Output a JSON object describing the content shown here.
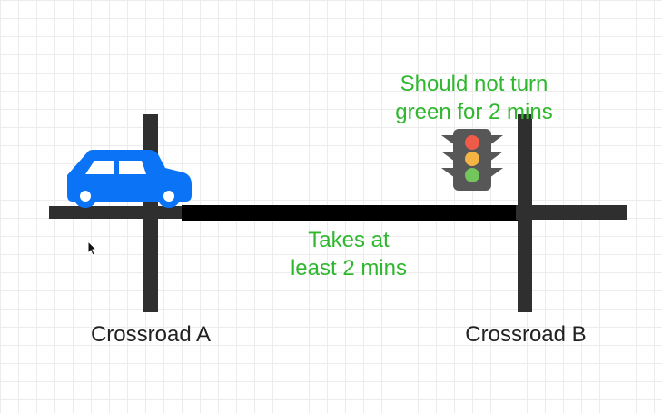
{
  "colors": {
    "road": "#2f2f2f",
    "road_segment": "#000000",
    "note_text": "#2fb82f",
    "label_text": "#222222",
    "car": "#0b73f5",
    "traffic_light_body": "#575757",
    "light_red": "#f05a48",
    "light_yellow": "#f3b443",
    "light_green": "#73c65b"
  },
  "icons": {
    "car": "car-icon",
    "traffic_light": "traffic-light-icon",
    "cursor": "mouse-cursor-icon"
  },
  "labels": {
    "crossroad_a": "Crossroad A",
    "crossroad_b": "Crossroad B"
  },
  "notes": {
    "light_rule": {
      "line1": "Should not turn",
      "line2": "green for 2 mins"
    },
    "travel_time": {
      "line1": "Takes at",
      "line2": "least 2 mins"
    }
  }
}
